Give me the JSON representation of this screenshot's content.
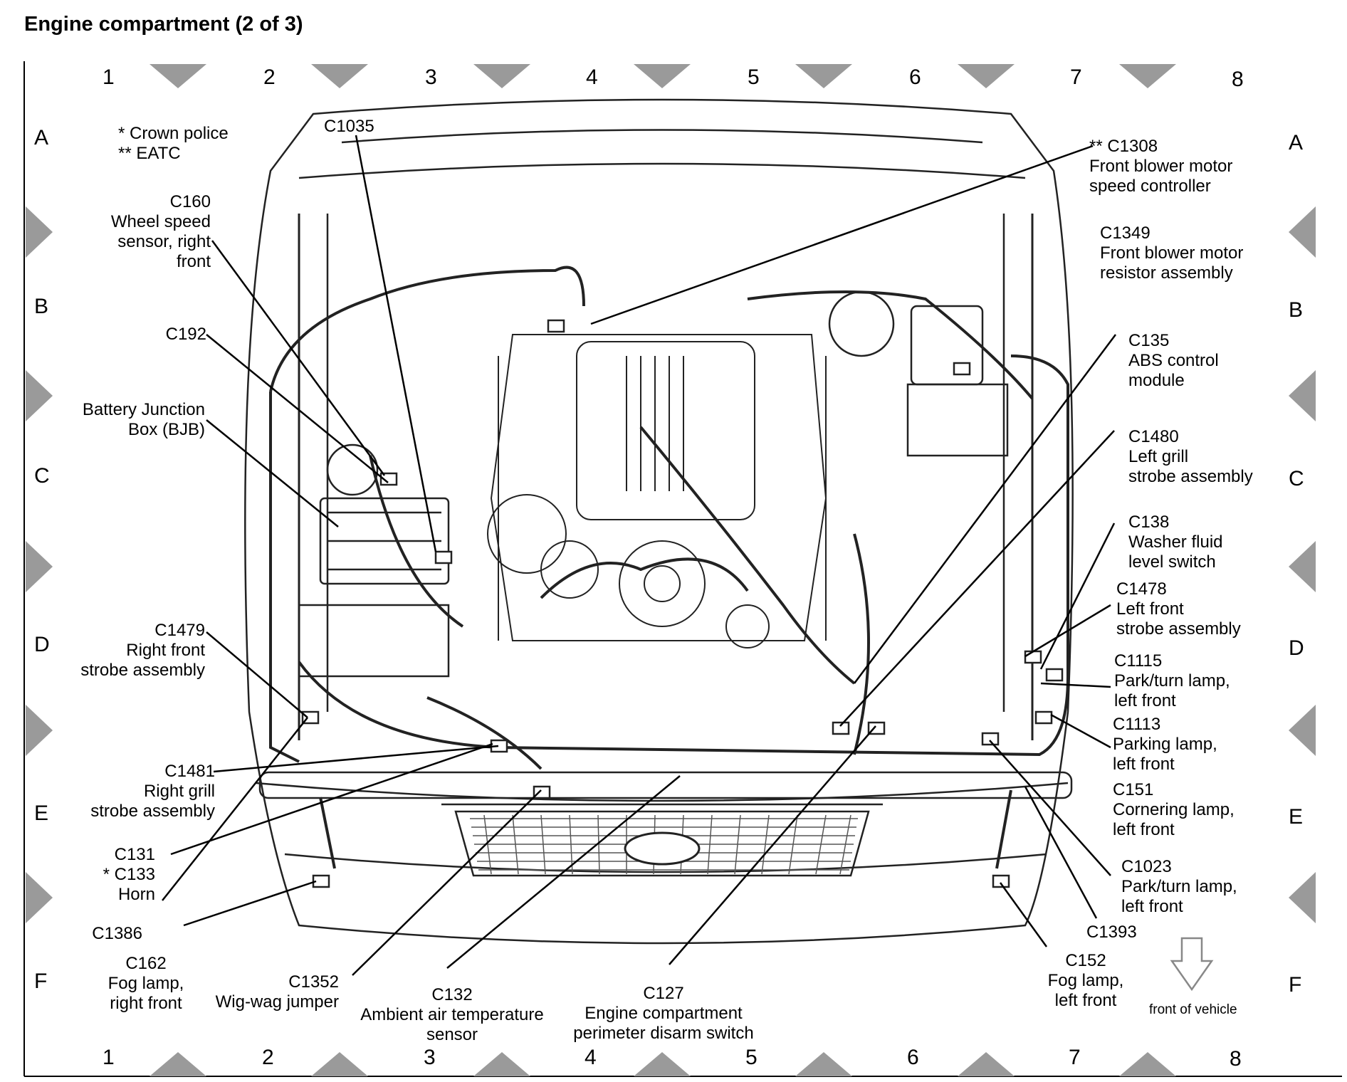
{
  "title": "Engine compartment (2 of 3)",
  "columns": [
    "1",
    "2",
    "3",
    "4",
    "5",
    "6",
    "7",
    "8"
  ],
  "rows": [
    "A",
    "B",
    "C",
    "D",
    "E",
    "F"
  ],
  "legend": {
    "crown_police": "* Crown police",
    "eatc": "** EATC"
  },
  "labels": {
    "c1035": [
      "C1035"
    ],
    "c160": [
      "C160",
      "Wheel speed",
      "sensor, right",
      "front"
    ],
    "c192": [
      "C192"
    ],
    "bjb": [
      "Battery Junction",
      "Box (BJB)"
    ],
    "c1479": [
      "C1479",
      "Right front",
      "strobe assembly"
    ],
    "c1481": [
      "C1481",
      "Right grill",
      "strobe assembly"
    ],
    "c131": [
      "C131",
      "* C133",
      "Horn"
    ],
    "c1386": [
      "C1386"
    ],
    "c162": [
      "C162",
      "Fog lamp,",
      "right front"
    ],
    "c1352": [
      "C1352",
      "Wig-wag jumper"
    ],
    "c132": [
      "C132",
      "Ambient air temperature",
      "sensor"
    ],
    "c127": [
      "C127",
      "Engine compartment",
      "perimeter disarm switch"
    ],
    "c1308": [
      "** C1308",
      "Front blower motor",
      "speed controller"
    ],
    "c1349": [
      "C1349",
      "Front blower motor",
      "resistor assembly"
    ],
    "c135": [
      "C135",
      "ABS control",
      "module"
    ],
    "c1480": [
      "C1480",
      "Left grill",
      "strobe assembly"
    ],
    "c138": [
      "C138",
      "Washer fluid",
      "level switch"
    ],
    "c1478": [
      "C1478",
      "Left front",
      "strobe assembly"
    ],
    "c1115": [
      "C1115",
      "Park/turn lamp,",
      "left front"
    ],
    "c1113": [
      "C1113",
      "Parking lamp,",
      "left front"
    ],
    "c151": [
      "C151",
      "Cornering lamp,",
      "left front"
    ],
    "c1023": [
      "C1023",
      "Park/turn lamp,",
      "left front"
    ],
    "c1393": [
      "C1393"
    ],
    "c152": [
      "C152",
      "Fog lamp,",
      "left front"
    ]
  },
  "front_of_vehicle": "front of vehicle"
}
